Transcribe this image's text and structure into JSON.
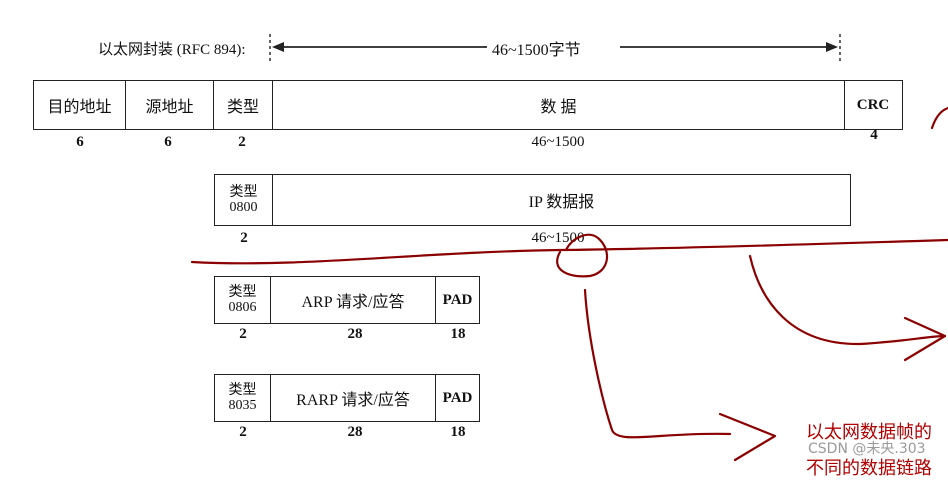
{
  "header": {
    "encap_label": "以太网封装 (RFC 894):",
    "span_label": "46~1500字节"
  },
  "frame": {
    "fields": [
      {
        "label": "目的地址",
        "size": "6"
      },
      {
        "label": "源地址",
        "size": "6"
      },
      {
        "label": "类型",
        "size": "2"
      },
      {
        "label": "数 据",
        "size": "46~1500"
      },
      {
        "label": "CRC",
        "size": "4"
      }
    ]
  },
  "ip_row": {
    "type_label": "类型",
    "type_code": "0800",
    "payload": "IP 数据报",
    "type_size": "2",
    "payload_size": "46~1500"
  },
  "arp_row": {
    "type_label": "类型",
    "type_code": "0806",
    "payload": "ARP 请求/应答",
    "pad": "PAD",
    "type_size": "2",
    "payload_size": "28",
    "pad_size": "18"
  },
  "rarp_row": {
    "type_label": "类型",
    "type_code": "8035",
    "payload": "RARP 请求/应答",
    "pad": "PAD",
    "type_size": "2",
    "payload_size": "28",
    "pad_size": "18"
  },
  "annotation": {
    "note_line1": "以太网数据帧的",
    "note_line2": "不同的数据链路",
    "color": "#8b0000"
  },
  "watermark": "CSDN @未央.303"
}
